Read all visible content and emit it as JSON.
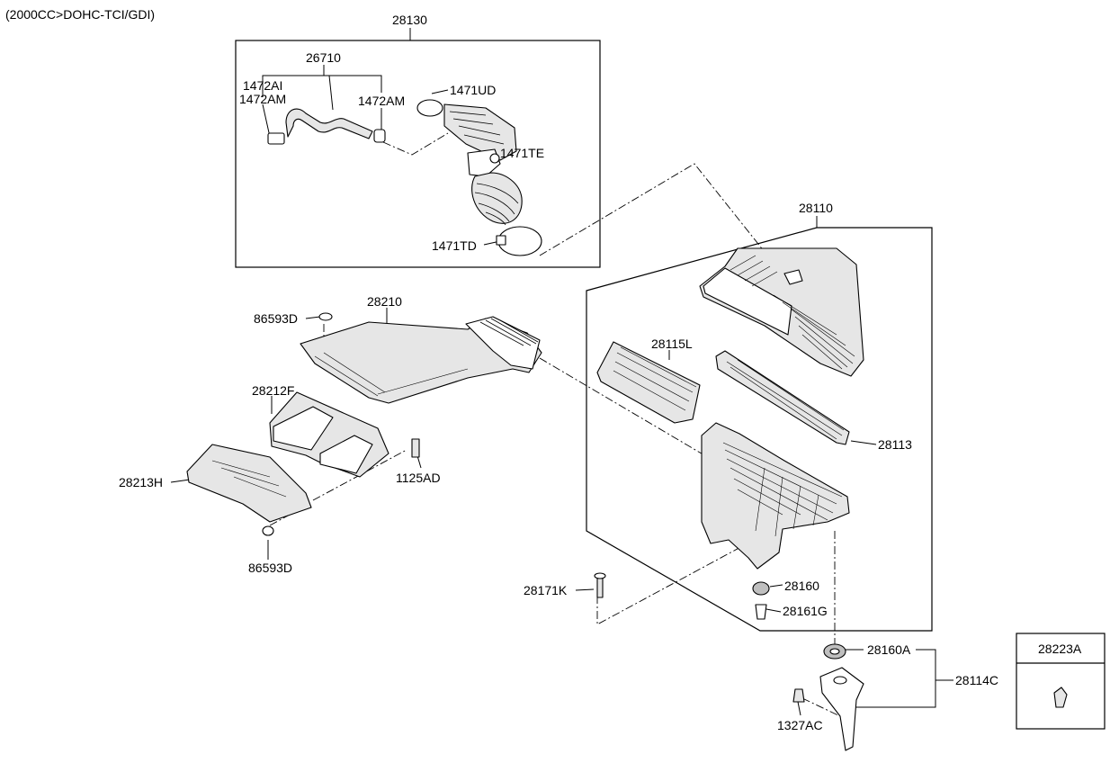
{
  "header": {
    "engine_spec": "(2000CC>DOHC-TCI/GDI)"
  },
  "parts": {
    "p28130": "28130",
    "p26710": "26710",
    "p1472AI": "1472AI",
    "p1472AM_left": "1472AM",
    "p1472AM_right": "1472AM",
    "p1471UD": "1471UD",
    "p1471TE": "1471TE",
    "p1471TD": "1471TD",
    "p28110": "28110",
    "p28210": "28210",
    "p86593D_top": "86593D",
    "p28212F": "28212F",
    "p28115L": "28115L",
    "p28113": "28113",
    "p28213H": "28213H",
    "p1125AD": "1125AD",
    "p86593D_bottom": "86593D",
    "p28171K": "28171K",
    "p28160": "28160",
    "p28161G": "28161G",
    "p28160A": "28160A",
    "p28114C": "28114C",
    "p1327AC": "1327AC",
    "p28223A": "28223A"
  }
}
